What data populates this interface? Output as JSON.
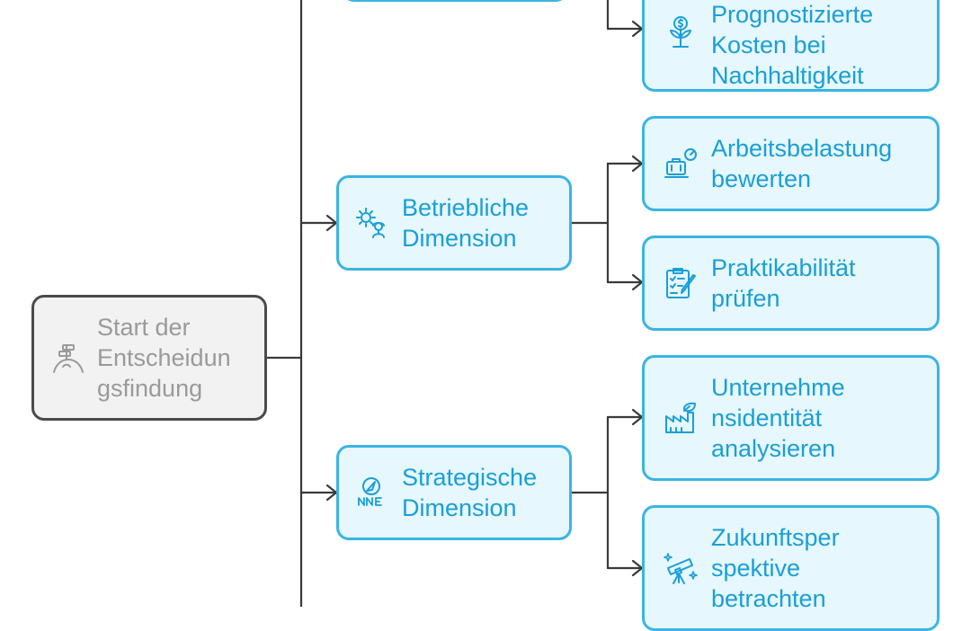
{
  "colors": {
    "accent": "#1a9fd6",
    "node_border": "#3bb4e3",
    "node_fill": "#e6f7fd",
    "root_border": "#4a4a4a",
    "root_fill": "#f2f2f2",
    "root_text": "#9a9a9a",
    "connector": "#3a3a3a"
  },
  "root": {
    "label": "Start der\nEntscheidun\ngsfindung",
    "icon": "signpost-hill-icon"
  },
  "dimensions": [
    {
      "label": "Betriebliche\nDimension",
      "icon": "gears-worker-icon",
      "children": [
        {
          "label": "Arbeitsbelastung\nbewerten",
          "icon": "briefcase-gauge-icon"
        },
        {
          "label": "Praktikabilität\nprüfen",
          "icon": "clipboard-check-icon"
        }
      ]
    },
    {
      "label": "Strategische\nDimension",
      "icon": "compass-nne-icon",
      "children": [
        {
          "label": "Unternehme\nnsidentität\nanalysieren",
          "icon": "factory-leaf-icon"
        },
        {
          "label": "Zukunftsper\nspektive\nbetrachten",
          "icon": "telescope-stars-icon"
        }
      ]
    }
  ],
  "top_partial": {
    "child": {
      "label": "Prognostizierte\nKosten bei\nNachhaltigkeit",
      "icon": "money-plant-icon"
    }
  }
}
